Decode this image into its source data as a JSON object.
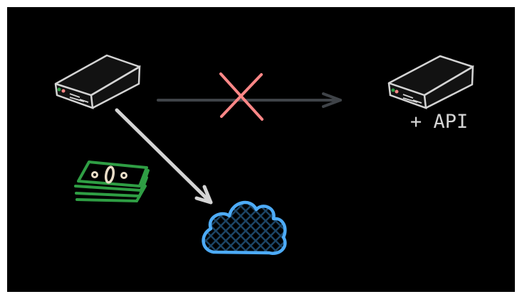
{
  "diagram": {
    "background": "#000000",
    "nodes": {
      "source_server": {
        "type": "server",
        "stroke": "#d4d4d4",
        "fill": "#121212",
        "led_colors": [
          "#2f9e44",
          "#ff8787"
        ]
      },
      "target_server": {
        "type": "server",
        "stroke": "#d4d4d4",
        "fill": "#121212",
        "led_colors": [
          "#2f9e44",
          "#ff8787"
        ],
        "label": "+ API",
        "label_color": "#d4d4d4"
      },
      "money": {
        "type": "money-stack",
        "stroke": "#2f9e44",
        "symbol_color": "#eaddc7"
      },
      "cloud": {
        "type": "cloud",
        "stroke": "#4dabf7",
        "hatch": "#1c4566"
      }
    },
    "edges": [
      {
        "from": "source_server",
        "to": "target_server",
        "color": "#3f4348",
        "blocked": true,
        "block_mark_color": "#ff8787"
      },
      {
        "from": "source_server",
        "to": "cloud",
        "color": "#d4d4d4",
        "blocked": false
      }
    ]
  }
}
